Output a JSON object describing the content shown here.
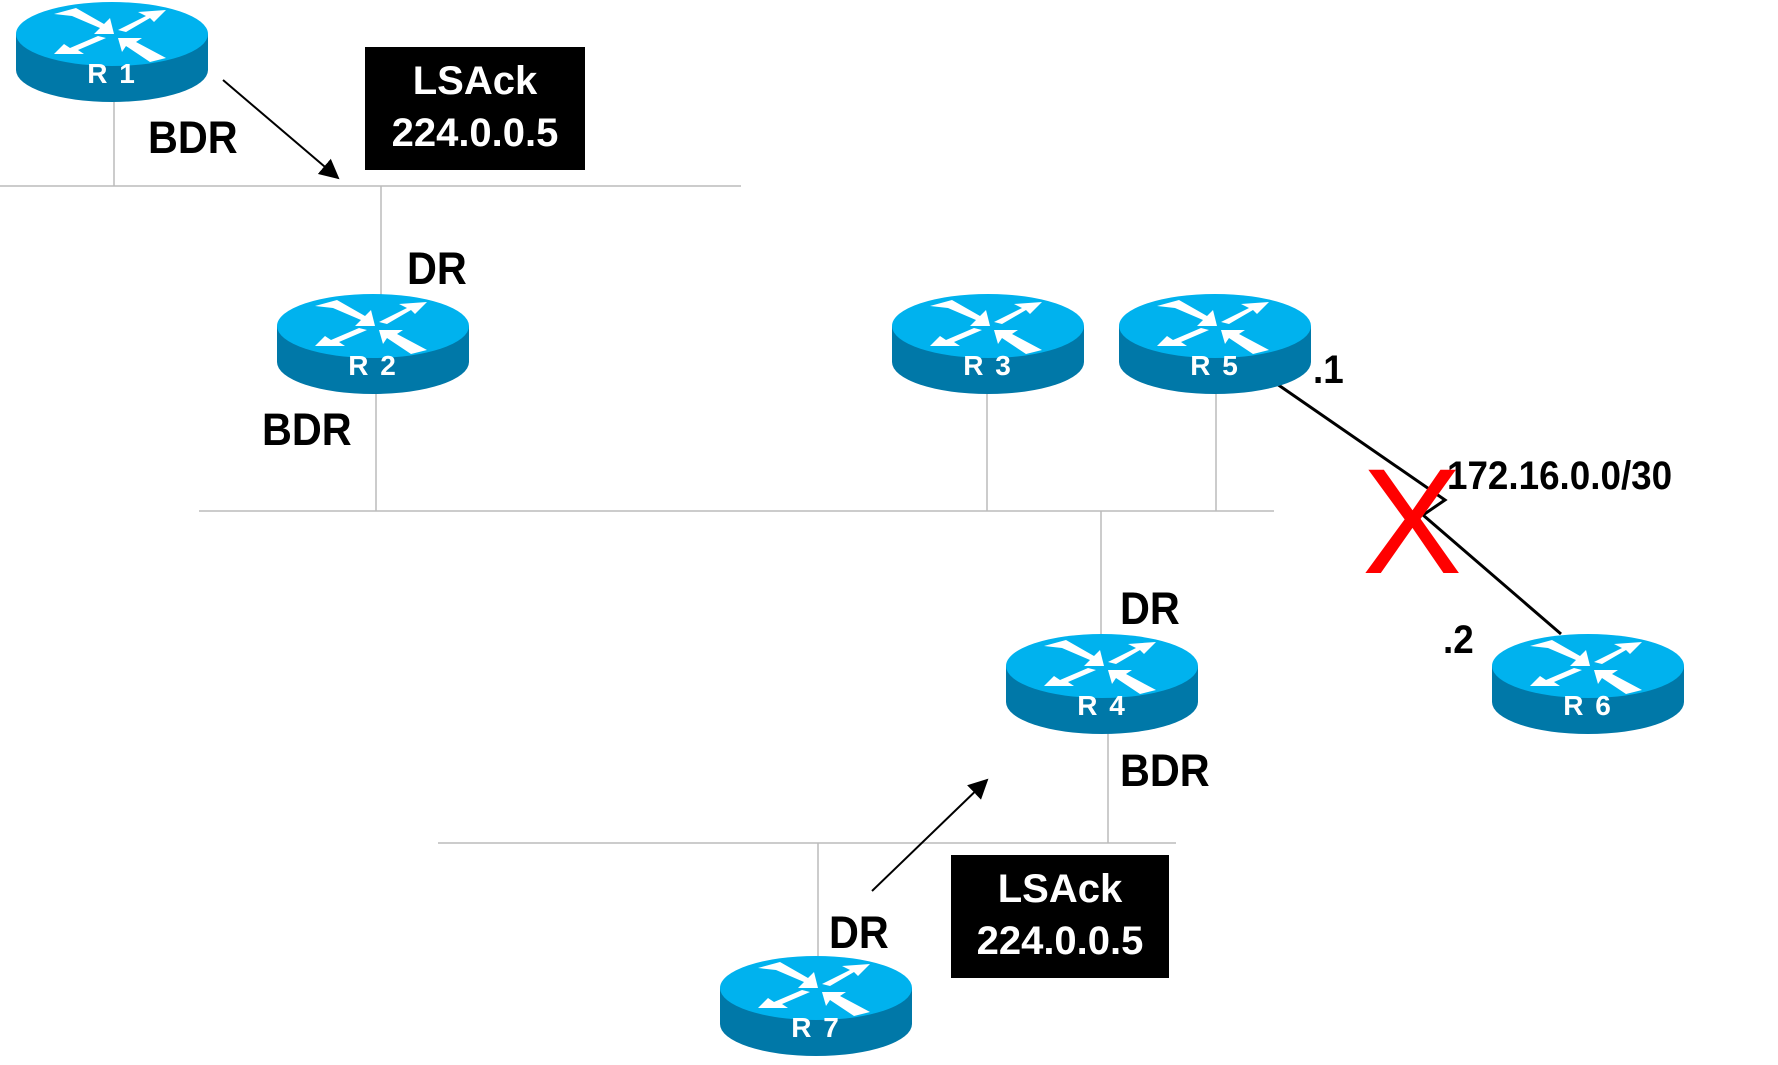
{
  "routers": [
    "R 1",
    "R 2",
    "R 3",
    "R 4",
    "R 5",
    "R 6",
    "R 7"
  ],
  "roles": {
    "r1_bdr": "BDR",
    "r2_dr": "DR",
    "r2_bdr": "BDR",
    "r4_dr": "DR",
    "r4_bdr": "BDR",
    "r7_dr": "DR"
  },
  "packets": [
    {
      "type": "LSAck",
      "address": "224.0.0.5"
    },
    {
      "type": "LSAck",
      "address": "224.0.0.5"
    }
  ],
  "serial_link": {
    "subnet": "172.16.0.0/30",
    "r5_host": ".1",
    "r6_host": ".2",
    "status": "failed"
  },
  "colors": {
    "router_top": "#00b2ee",
    "router_side": "#0078a8",
    "failure": "#ff0000"
  }
}
